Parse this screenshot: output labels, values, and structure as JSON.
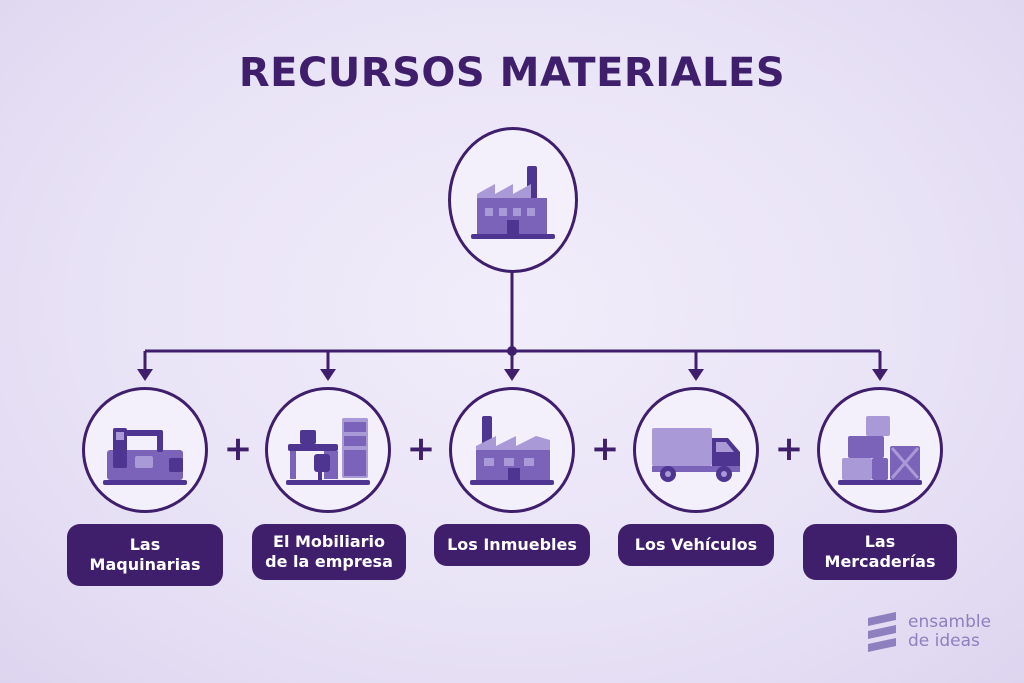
{
  "title": "RECURSOS MATERIALES",
  "root": {
    "icon": "factory-icon"
  },
  "items": [
    {
      "label_lines": [
        "Las Maquinarias"
      ],
      "icon": "machinery-icon"
    },
    {
      "label_lines": [
        "El Mobiliario",
        "de la empresa"
      ],
      "icon": "office-furniture-icon"
    },
    {
      "label_lines": [
        "Los Inmuebles"
      ],
      "icon": "building-icon"
    },
    {
      "label_lines": [
        "Los Vehículos"
      ],
      "icon": "truck-icon"
    },
    {
      "label_lines": [
        "Las",
        "Mercaderías"
      ],
      "icon": "boxes-icon"
    }
  ],
  "connector": "+",
  "logo": {
    "lines": [
      "ensamble",
      "de ideas"
    ],
    "icon": "ensamble-logo-icon"
  },
  "colors": {
    "primary": "#3f1f6b",
    "icon_main": "#7a63b8",
    "icon_dark": "#4f3592",
    "icon_light": "#a999d6",
    "logo": "#8e80bf"
  }
}
